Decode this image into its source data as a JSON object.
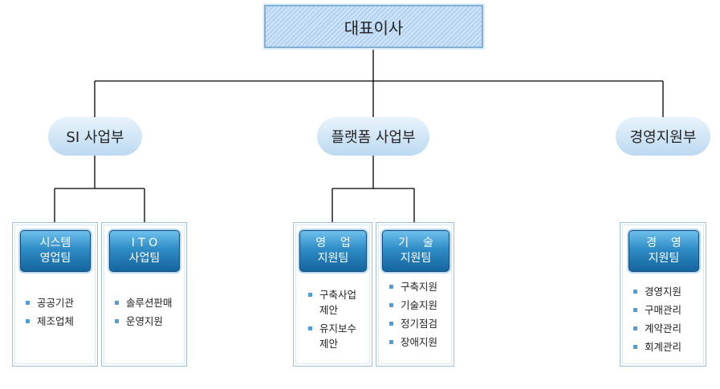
{
  "ceo": "대표이사",
  "divisions": {
    "si": "SI 사업부",
    "platform": "플랫폼 사업부",
    "management": "경영지원부"
  },
  "teams": {
    "system_sales": {
      "line1": "시스템",
      "line2": "영업팀",
      "items": [
        "공공기관",
        "제조업체"
      ]
    },
    "ito": {
      "line1": "I T O",
      "line2": "사업팀",
      "items": [
        "솔루션판매",
        "운영지원"
      ]
    },
    "sales_support": {
      "line1": "영    업",
      "line2": "지원팀",
      "items": [
        [
          "구축사업",
          "제안"
        ],
        [
          "유지보수",
          "제안"
        ]
      ]
    },
    "tech_support": {
      "line1": "기    술",
      "line2": "지원팀",
      "items": [
        "구축지원",
        "기술지원",
        "정기점검",
        "장애지원"
      ]
    },
    "management_support": {
      "line1": "경    영",
      "line2": "지원팀",
      "items": [
        "경영지원",
        "구매관리",
        "계약관리",
        "회계관리"
      ]
    }
  },
  "colors": {
    "connector": "#000000",
    "team_box": "#2f8cc6",
    "bullet": "#4f9fd6",
    "panel_border": "#9cc0e2"
  }
}
